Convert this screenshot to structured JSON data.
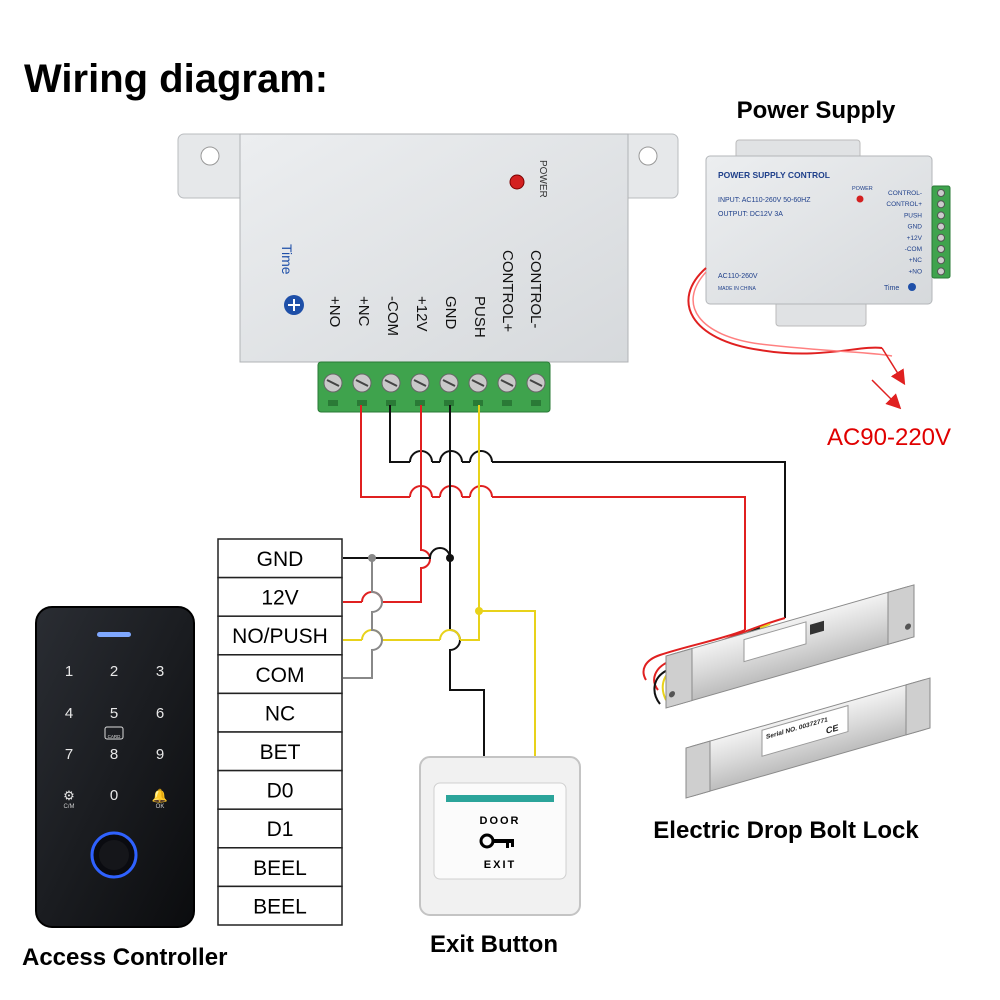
{
  "title": "Wiring diagram:",
  "labels": {
    "power_supply": "Power Supply",
    "ac_input": "AC90-220V",
    "access_controller": "Access Controller",
    "exit_button": "Exit Button",
    "drop_bolt": "Electric Drop Bolt Lock"
  },
  "control_box": {
    "power_led": "POWER",
    "time_label": "Time",
    "terminals": [
      "+NO",
      "+NC",
      "-COM",
      "+12V",
      "GND",
      "PUSH",
      "CONTROL+",
      "CONTROL-"
    ]
  },
  "psu_small": {
    "header": "POWER SUPPLY CONTROL",
    "input": "INPUT: AC110-260V 50-60HZ",
    "output": "OUTPUT:  DC12V  3A",
    "power": "POWER",
    "ac": "AC110-260V",
    "made": "MADE IN CHINA",
    "time": "Time",
    "terminals": [
      "CONTROL-",
      "CONTROL+",
      "PUSH",
      "GND",
      "+12V",
      "-COM",
      "+NC",
      "+NO"
    ]
  },
  "controller_terminals": [
    "GND",
    "12V",
    "NO/PUSH",
    "COM",
    "NC",
    "BET",
    "D0",
    "D1",
    "BEEL",
    "BEEL"
  ],
  "keypad": {
    "keys": [
      "1",
      "2",
      "3",
      "4",
      "5",
      "6",
      "7",
      "8",
      "9",
      "",
      "0",
      ""
    ],
    "card_label": "CARD",
    "cm_label": "C/M",
    "ok_label": "OK"
  },
  "exit_plate": {
    "top": "DOOR",
    "bottom": "EXIT"
  },
  "lock": {
    "serial": "Serial NO.  00372771"
  },
  "colors": {
    "wire_red": "#e02020",
    "wire_black": "#111111",
    "wire_yellow": "#e8d21a",
    "wire_gray": "#888888",
    "label_red": "#e00000",
    "terminal_green": "#3fa34d"
  }
}
